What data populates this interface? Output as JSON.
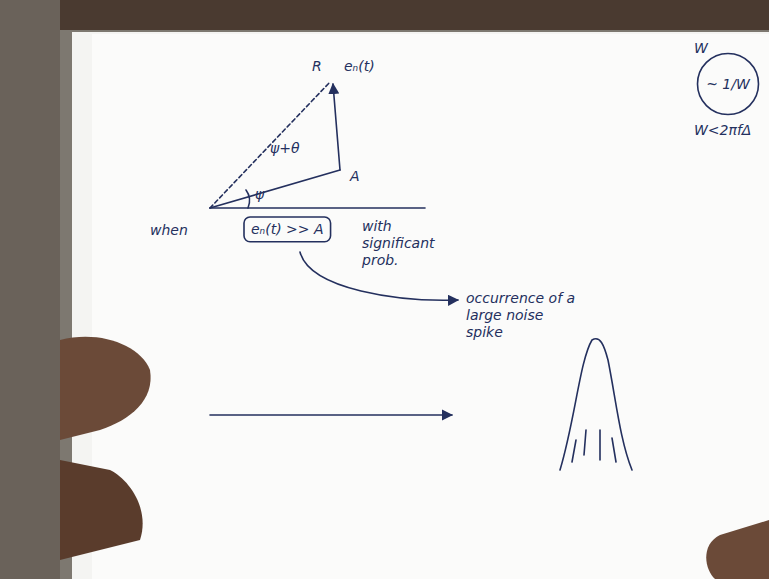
{
  "diagram": {
    "nodes": [
      {
        "text": [
          "~ 1/W"
        ]
      },
      {
        "text": [
          "eₙ(t) >> A"
        ]
      }
    ],
    "labels": [
      "R",
      "eₙ(t)",
      "ψ+θ",
      "A",
      "ψ",
      "W",
      "W<2πfΔ",
      "when",
      "with significant prob.",
      "occurrence of a large noise spike"
    ]
  }
}
